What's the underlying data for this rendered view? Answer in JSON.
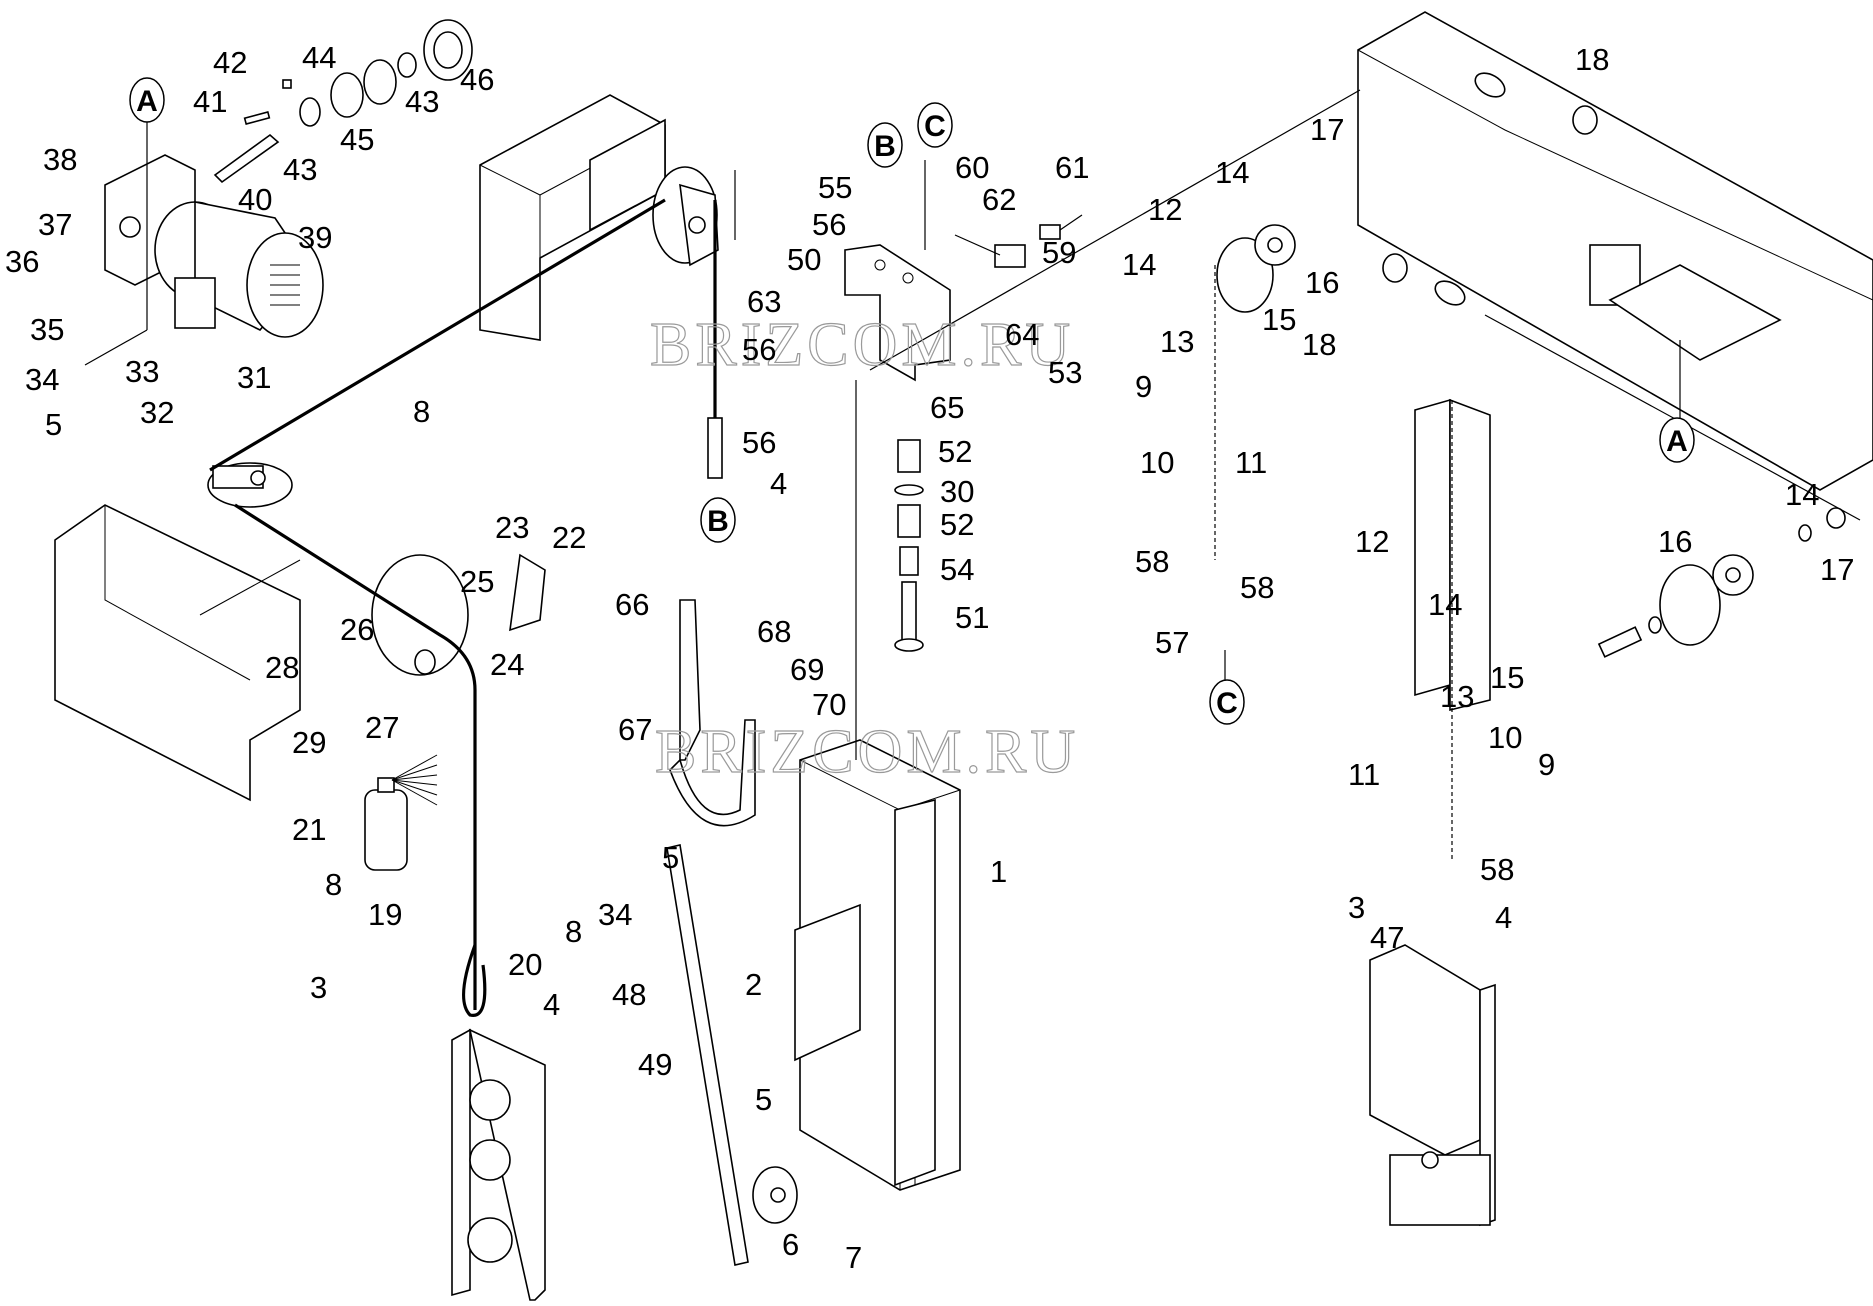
{
  "diagram": {
    "type": "exploded parts view",
    "watermarks": [
      "BRIZCOM.RU",
      "BRIZCOM.RU"
    ],
    "callouts": [
      "A",
      "B",
      "C"
    ],
    "labels": [
      {
        "id": "1",
        "text": "1"
      },
      {
        "id": "2",
        "text": "2"
      },
      {
        "id": "3a",
        "text": "3"
      },
      {
        "id": "3b",
        "text": "3"
      },
      {
        "id": "4a",
        "text": "4"
      },
      {
        "id": "4b",
        "text": "4"
      },
      {
        "id": "4c",
        "text": "4"
      },
      {
        "id": "5a",
        "text": "5"
      },
      {
        "id": "5b",
        "text": "5"
      },
      {
        "id": "5c",
        "text": "5"
      },
      {
        "id": "6",
        "text": "6"
      },
      {
        "id": "7",
        "text": "7"
      },
      {
        "id": "8a",
        "text": "8"
      },
      {
        "id": "8b",
        "text": "8"
      },
      {
        "id": "8c",
        "text": "8"
      },
      {
        "id": "9a",
        "text": "9"
      },
      {
        "id": "9b",
        "text": "9"
      },
      {
        "id": "10a",
        "text": "10"
      },
      {
        "id": "10b",
        "text": "10"
      },
      {
        "id": "11a",
        "text": "11"
      },
      {
        "id": "11b",
        "text": "11"
      },
      {
        "id": "12a",
        "text": "12"
      },
      {
        "id": "12b",
        "text": "12"
      },
      {
        "id": "13a",
        "text": "13"
      },
      {
        "id": "13b",
        "text": "13"
      },
      {
        "id": "14a",
        "text": "14"
      },
      {
        "id": "14b",
        "text": "14"
      },
      {
        "id": "14c",
        "text": "14"
      },
      {
        "id": "14d",
        "text": "14"
      },
      {
        "id": "15a",
        "text": "15"
      },
      {
        "id": "15b",
        "text": "15"
      },
      {
        "id": "16a",
        "text": "16"
      },
      {
        "id": "16b",
        "text": "16"
      },
      {
        "id": "17a",
        "text": "17"
      },
      {
        "id": "17b",
        "text": "17"
      },
      {
        "id": "18a",
        "text": "18"
      },
      {
        "id": "18b",
        "text": "18"
      },
      {
        "id": "19",
        "text": "19"
      },
      {
        "id": "20",
        "text": "20"
      },
      {
        "id": "21",
        "text": "21"
      },
      {
        "id": "22",
        "text": "22"
      },
      {
        "id": "23",
        "text": "23"
      },
      {
        "id": "24",
        "text": "24"
      },
      {
        "id": "25",
        "text": "25"
      },
      {
        "id": "26",
        "text": "26"
      },
      {
        "id": "27",
        "text": "27"
      },
      {
        "id": "28",
        "text": "28"
      },
      {
        "id": "29",
        "text": "29"
      },
      {
        "id": "30",
        "text": "30"
      },
      {
        "id": "31",
        "text": "31"
      },
      {
        "id": "32",
        "text": "32"
      },
      {
        "id": "33",
        "text": "33"
      },
      {
        "id": "34a",
        "text": "34"
      },
      {
        "id": "34b",
        "text": "34"
      },
      {
        "id": "35",
        "text": "35"
      },
      {
        "id": "36",
        "text": "36"
      },
      {
        "id": "37",
        "text": "37"
      },
      {
        "id": "38",
        "text": "38"
      },
      {
        "id": "39",
        "text": "39"
      },
      {
        "id": "40",
        "text": "40"
      },
      {
        "id": "41",
        "text": "41"
      },
      {
        "id": "42",
        "text": "42"
      },
      {
        "id": "43a",
        "text": "43"
      },
      {
        "id": "43b",
        "text": "43"
      },
      {
        "id": "44",
        "text": "44"
      },
      {
        "id": "45",
        "text": "45"
      },
      {
        "id": "46",
        "text": "46"
      },
      {
        "id": "47",
        "text": "47"
      },
      {
        "id": "48",
        "text": "48"
      },
      {
        "id": "49",
        "text": "49"
      },
      {
        "id": "50",
        "text": "50"
      },
      {
        "id": "51",
        "text": "51"
      },
      {
        "id": "52a",
        "text": "52"
      },
      {
        "id": "52b",
        "text": "52"
      },
      {
        "id": "53",
        "text": "53"
      },
      {
        "id": "54",
        "text": "54"
      },
      {
        "id": "55",
        "text": "55"
      },
      {
        "id": "56a",
        "text": "56"
      },
      {
        "id": "56b",
        "text": "56"
      },
      {
        "id": "56c",
        "text": "56"
      },
      {
        "id": "57",
        "text": "57"
      },
      {
        "id": "58a",
        "text": "58"
      },
      {
        "id": "58b",
        "text": "58"
      },
      {
        "id": "58c",
        "text": "58"
      },
      {
        "id": "59",
        "text": "59"
      },
      {
        "id": "60",
        "text": "60"
      },
      {
        "id": "61",
        "text": "61"
      },
      {
        "id": "62",
        "text": "62"
      },
      {
        "id": "63",
        "text": "63"
      },
      {
        "id": "64",
        "text": "64"
      },
      {
        "id": "65",
        "text": "65"
      },
      {
        "id": "66",
        "text": "66"
      },
      {
        "id": "67",
        "text": "67"
      },
      {
        "id": "68",
        "text": "68"
      },
      {
        "id": "69",
        "text": "69"
      },
      {
        "id": "70",
        "text": "70"
      }
    ]
  }
}
